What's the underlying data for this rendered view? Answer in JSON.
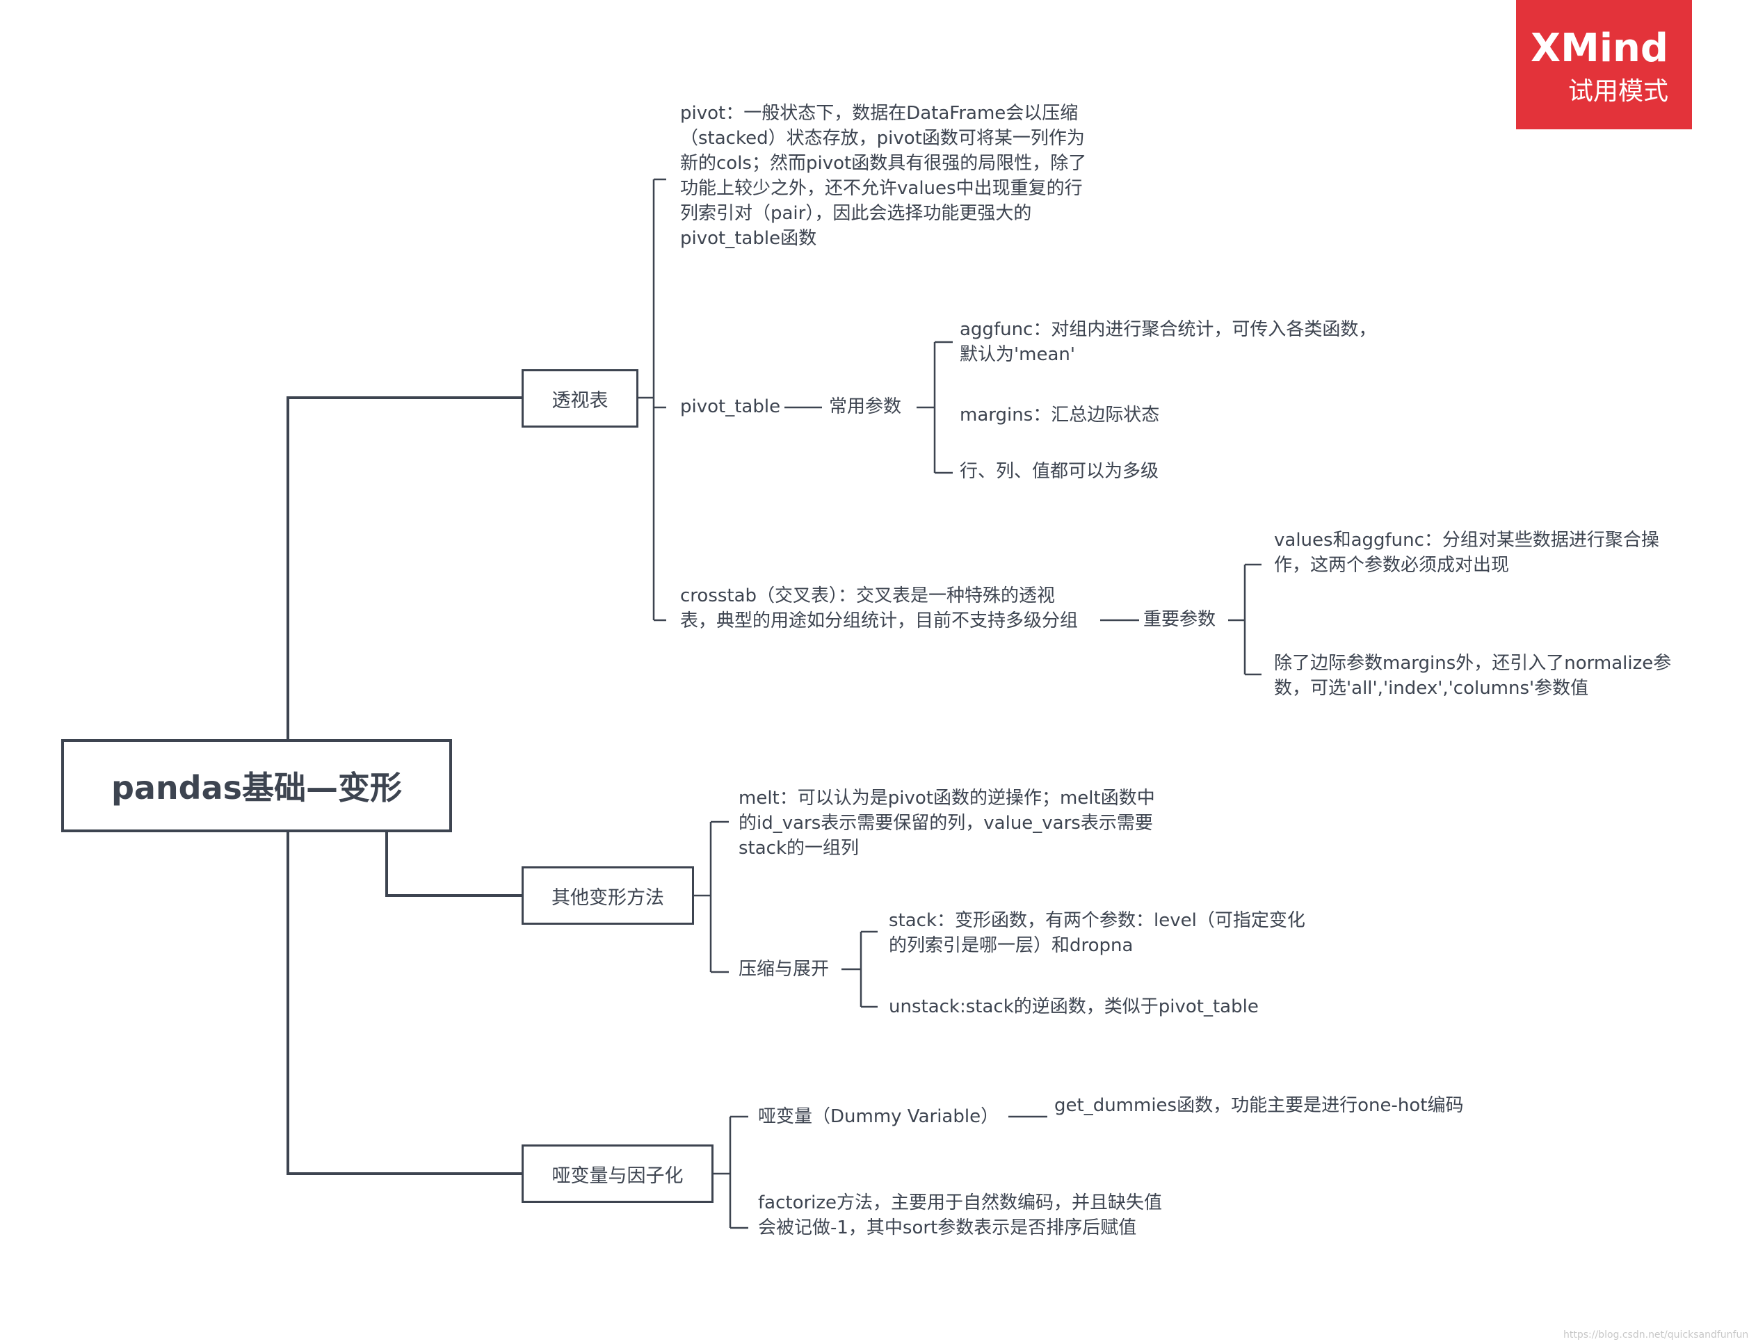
{
  "badge": {
    "brand": "XMind",
    "mode": "试用模式"
  },
  "root": "pandas基础—变形",
  "branches": {
    "pivot_tbl": {
      "label": "透视表",
      "pivot": "pivot：一般状态下，数据在DataFrame会以压缩（stacked）状态存放，pivot函数可将某一列作为新的cols；然而pivot函数具有很强的局限性，除了功能上较少之外，还不允许values中出现重复的行列索引对（pair），因此会选择功能更强大的pivot_table函数",
      "pivot_table": "pivot_table",
      "common_params": "常用参数",
      "aggfunc": " aggfunc：对组内进行聚合统计，可传入各类函数，默认为'mean'",
      "margins": "margins：汇总边际状态",
      "multilevel": "行、列、值都可以为多级",
      "crosstab": "crosstab（交叉表）：交叉表是一种特殊的透视表，典型的用途如分组统计，目前不支持多级分组",
      "important_params": "重要参数",
      "values_aggfunc": "values和aggfunc：分组对某些数据进行聚合操作，这两个参数必须成对出现",
      "normalize": "除了边际参数margins外，还引入了normalize参数，可选'all','index','columns'参数值"
    },
    "other": {
      "label": "其他变形方法",
      "melt": "melt：可以认为是pivot函数的逆操作；melt函数中的id_vars表示需要保留的列，value_vars表示需要stack的一组列",
      "compress": "压缩与展开",
      "stack": "stack：变形函数，有两个参数：level（可指定变化的列索引是哪一层）和dropna",
      "unstack": "unstack:stack的逆函数，类似于pivot_table"
    },
    "dummy": {
      "label": "哑变量与因子化",
      "dummy_var": "哑变量（Dummy Variable）",
      "get_dummies": "get_dummies函数，功能主要是进行one-hot编码",
      "factorize": "factorize方法，主要用于自然数编码，并且缺失值会被记做-1，其中sort参数表示是否排序后赋值"
    }
  },
  "watermark": "https://blog.csdn.net/quicksandfunfun"
}
